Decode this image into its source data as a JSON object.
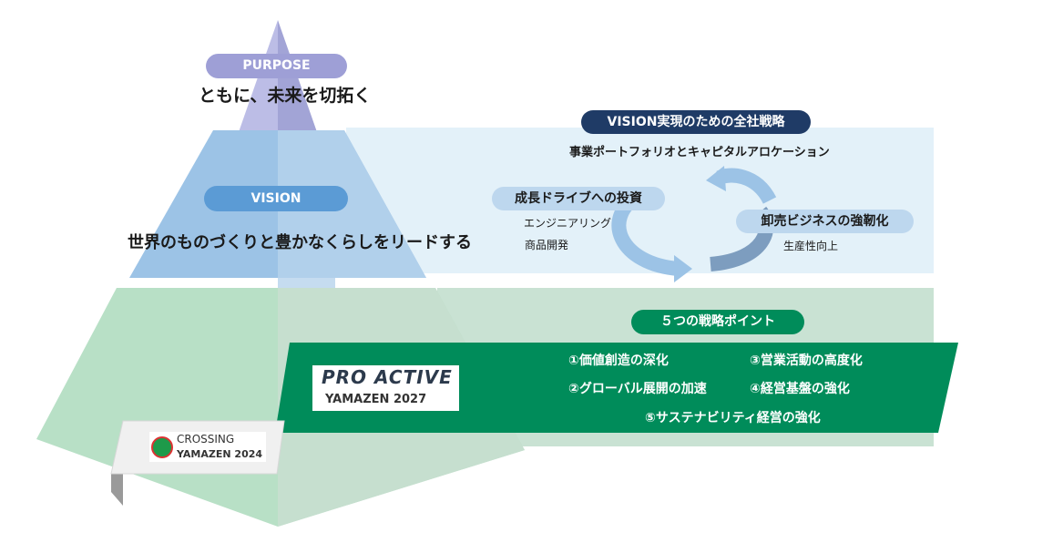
{
  "purpose": {
    "label": "PURPOSE",
    "text": "ともに、未来を切拓く"
  },
  "vision": {
    "label": "VISION",
    "text": "世界のものづくりと豊かなくらしをリードする"
  },
  "strategy": {
    "title": "VISION実現のための全社戦略",
    "subtitle": "事業ポートフォリオとキャピタルアロケーション",
    "growth": {
      "label": "成長ドライブへの投資",
      "items": [
        "エンジニアリング",
        "商品開発"
      ]
    },
    "wholesale": {
      "label": "卸売ビジネスの強靭化",
      "items": [
        "生産性向上"
      ]
    }
  },
  "points": {
    "title": "５つの戦略ポイント",
    "items": [
      "①価値創造の深化",
      "③営業活動の高度化",
      "②グローバル展開の加速",
      "④経営基盤の強化",
      "⑤サステナビリティ経営の強化"
    ]
  },
  "logos": {
    "proactive": {
      "line1": "PRO ACTIVE",
      "line2": "YAMAZEN 2027"
    },
    "crossing": {
      "line1": "CROSSING",
      "line2": "YAMAZEN 2024"
    }
  },
  "colors": {
    "green": "#008c5a",
    "navy": "#1f3b66",
    "blue": "#5b9bd5",
    "purple": "#9e9fd6"
  }
}
